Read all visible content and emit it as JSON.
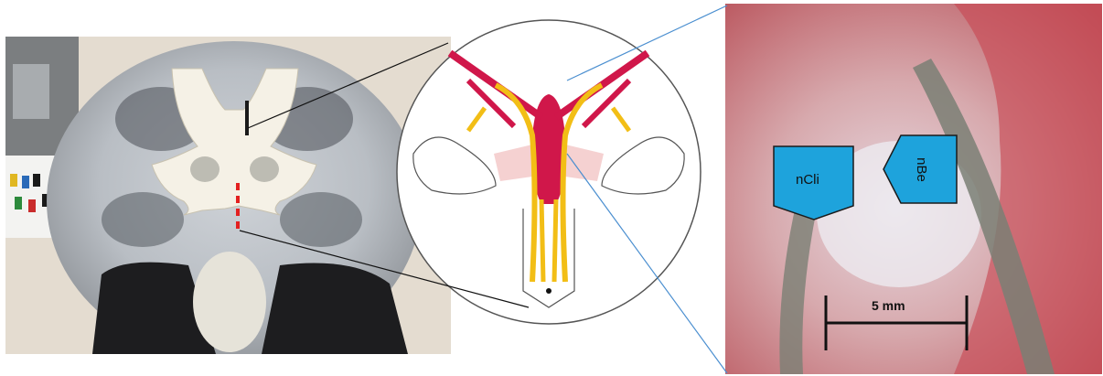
{
  "figure": {
    "label_nerve_1": "nCli",
    "label_nerve_2": "nBe",
    "scale_bar_label": "5 mm"
  },
  "colors": {
    "label_fill": "#1ea3dc",
    "nerve_yellow": "#f2be16",
    "vessel_red": "#d0174a",
    "connector_blue": "#4b8fd0"
  }
}
